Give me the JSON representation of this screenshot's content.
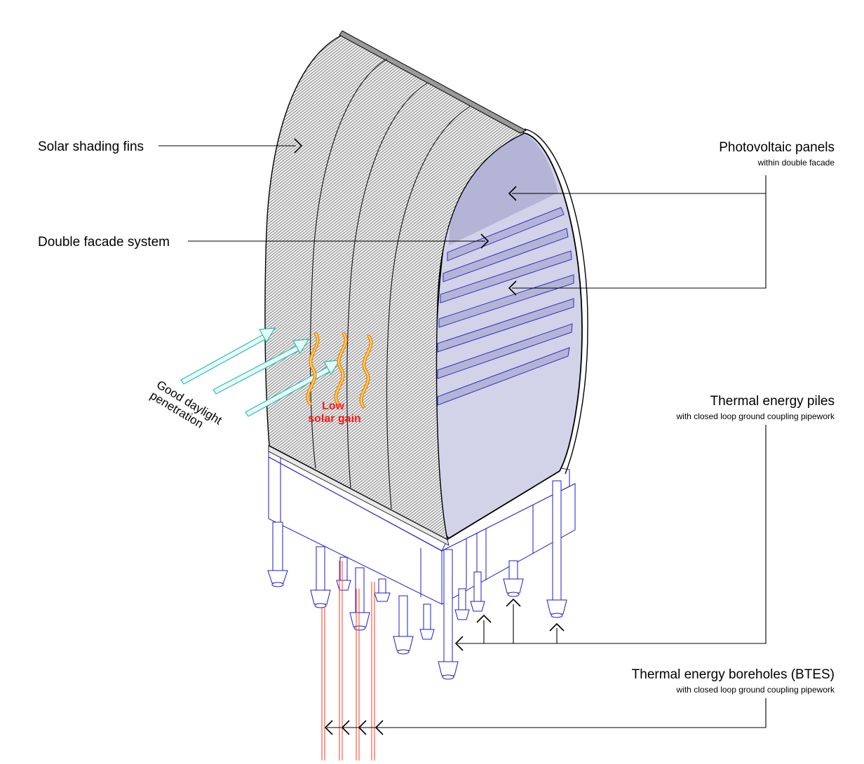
{
  "labels": {
    "solar_shading": "Solar shading fins",
    "double_facade": "Double facade system",
    "pv_title": "Photovoltaic panels",
    "pv_sub": "within double facade",
    "piles_title": "Thermal energy piles",
    "piles_sub": "with closed loop ground coupling pipework",
    "bores_title": "Thermal energy boreholes (BTES)",
    "bores_sub": "with closed loop ground coupling pipework",
    "daylight_line1": "Good daylight",
    "daylight_line2": "penetration",
    "gain_line1": "Low",
    "gain_line2": "solar gain"
  },
  "colors": {
    "structure": "#1c1cc8",
    "pipework": "#ff3b1f",
    "facade_fill": "#d2d2e8",
    "pv_fill": "#b4b4d6",
    "fins": "#9a9a9a",
    "daylight_arrows": "#2fb9b0",
    "heat_waves": "#f59a1a",
    "gain_text": "#ff1a1a"
  },
  "icons": {
    "leader_arrow": "chevron-arrow-icon",
    "daylight": "daylight-arrow-icon",
    "heat": "heat-wave-icon"
  }
}
